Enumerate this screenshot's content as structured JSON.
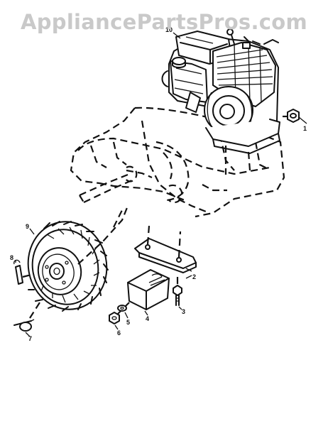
{
  "watermark": "AppliancePartsPros.com",
  "callouts": {
    "engine": "1",
    "engine_top": "10",
    "bracket": "2",
    "bolt": "3",
    "weight": "4",
    "washer": "5",
    "nut": "6",
    "lynch_pin": "7",
    "hairpin": "8",
    "wheel": "9"
  }
}
